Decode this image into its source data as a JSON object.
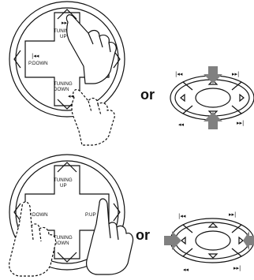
{
  "panel_top": {
    "dial_labels": {
      "tuning_up_symbol": "▸▸|",
      "tuning_up_1": "TUNING",
      "tuning_up_2": "UP",
      "p_down_symbol": "|◂◂",
      "p_down": "P.DOWN",
      "tuning_down_1": "TUNING",
      "tuning_down_2": "DOWN",
      "tuning_down_symbol": "◂◂"
    },
    "or_label": "or",
    "remote_symbols": {
      "top_left": "|◂◂",
      "top_right": "▸▸|",
      "bottom_left": "◂◂",
      "bottom_right": "▸▸|"
    }
  },
  "panel_bottom": {
    "dial_labels": {
      "tuning_up_1": "TUNING",
      "tuning_up_2": "UP",
      "p_down": "P.DOWN",
      "p_up": "P.UP",
      "tuning_down_1": "TUNING",
      "tuning_down_2": "DOWN"
    },
    "or_label": "or",
    "remote_symbols": {
      "top_left": "|◂◂",
      "top_right": "▸▸|",
      "bottom_left": "◂◂",
      "bottom_right": "▸▸|"
    }
  },
  "colors": {
    "ink": "#111111",
    "arrow": "#808080",
    "background": "#ffffff"
  }
}
